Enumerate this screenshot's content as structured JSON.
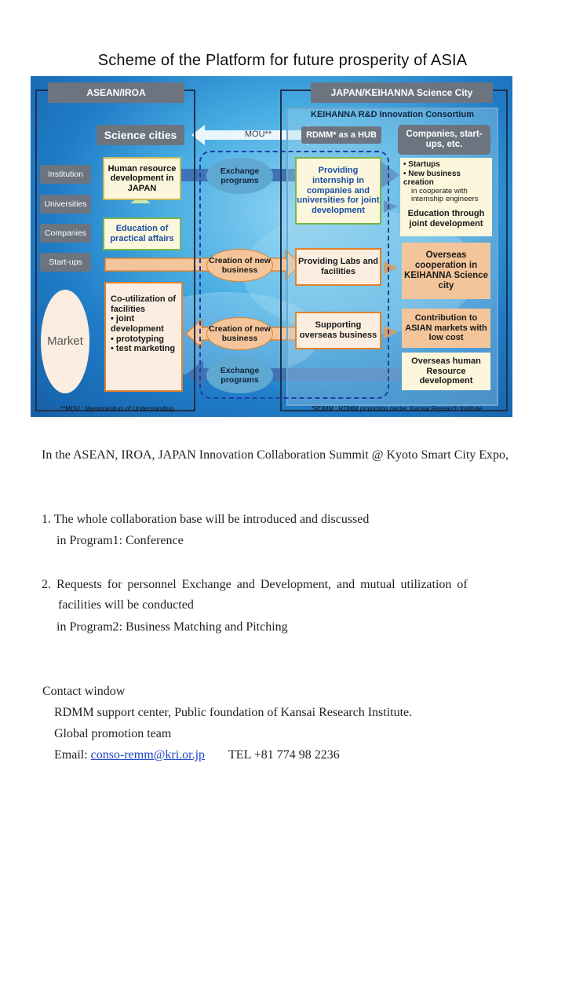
{
  "title": "Scheme of the Platform for future prosperity of ASIA",
  "diagram": {
    "asean_header": "ASEAN/IROA",
    "japan_header": "JAPAN/KEIHANNA Science City",
    "consortium": "KEIHANNA R&D Innovation Consortium",
    "science_cities": "Science cities",
    "mou": "MOU**",
    "rdmm_hub": "RDMM* as a HUB",
    "companies_header": "Companies, start-ups, etc.",
    "side_labels": [
      "Institution",
      "Universities",
      "Companies",
      "Start-ups"
    ],
    "market": "Market",
    "hr_development": "Human resource development in JAPAN",
    "education_practical": "Education of practical affairs",
    "co_utilization": "Co-utilization of facilities",
    "co_items": [
      "joint development",
      "prototyping",
      "test marketing"
    ],
    "exchange_programs_top": "Exchange programs",
    "creation_new_business_1": "Creation of new business",
    "creation_new_business_2": "Creation of new business",
    "exchange_programs_bottom": "Exchange programs",
    "providing_internship": "Providing internship in companies and universities for joint development",
    "providing_labs": "Providing Labs and facilities",
    "supporting_overseas": "Supporting overseas business",
    "startups_items": [
      "Startups",
      "New business creation"
    ],
    "startups_sub": "in cooperate with internship engineers",
    "education_joint": "Education through joint development",
    "overseas_cooperation": "Overseas cooperation in KEIHANNA Science city",
    "contribution_asian": "Contribution to ASIAN markets with low cost",
    "overseas_hr": "Overseas human Resource development",
    "footnote_left": "**MOU : Memorandum of Understanding",
    "footnote_right": "*RDMM : RDMM promotion center, Kansai Research Institute"
  },
  "body": {
    "intro": "In the ASEAN, IROA, JAPAN Innovation Collaboration Summit @ Kyoto Smart City Expo,",
    "item1_line1": "1. The whole collaboration base will be introduced and discussed",
    "item1_line2": "in Program1: Conference",
    "item2_line1": "2.  Requests for personnel Exchange and Development, and mutual utilization of",
    "item2_line2": "facilities will be conducted",
    "item2_line3": "in Program2: Business Matching and Pitching",
    "contact_title": "Contact window",
    "contact_org": "RDMM support center, Public foundation of Kansai Research Institute.",
    "contact_team": "Global promotion team",
    "email_label": "Email: ",
    "email": "conso-remm@kri.or.jp",
    "tel": "TEL +81 774 98 2236"
  }
}
